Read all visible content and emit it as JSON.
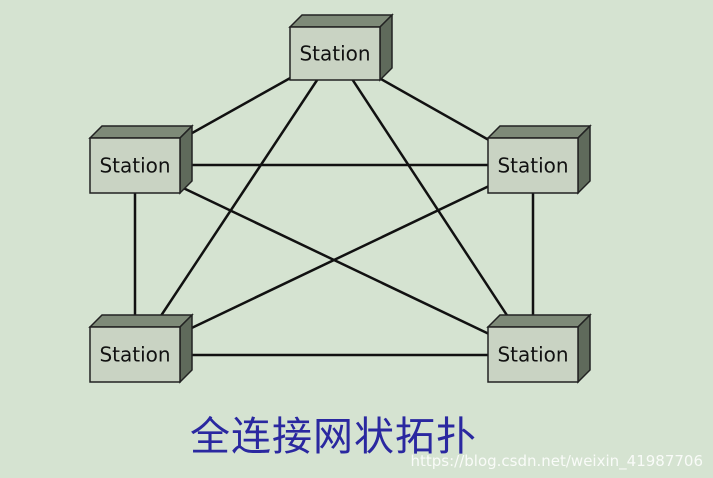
{
  "diagram": {
    "title": "全连接网状拓扑",
    "nodes": [
      {
        "id": "top",
        "label": "Station"
      },
      {
        "id": "upper-left",
        "label": "Station"
      },
      {
        "id": "upper-right",
        "label": "Station"
      },
      {
        "id": "lower-left",
        "label": "Station"
      },
      {
        "id": "lower-right",
        "label": "Station"
      }
    ],
    "edges": [
      [
        "top",
        "upper-left"
      ],
      [
        "top",
        "upper-right"
      ],
      [
        "top",
        "lower-left"
      ],
      [
        "top",
        "lower-right"
      ],
      [
        "upper-left",
        "upper-right"
      ],
      [
        "upper-left",
        "lower-left"
      ],
      [
        "upper-left",
        "lower-right"
      ],
      [
        "upper-right",
        "lower-left"
      ],
      [
        "upper-right",
        "lower-right"
      ],
      [
        "lower-left",
        "lower-right"
      ]
    ],
    "colors": {
      "background": "#d5e3d1",
      "box_front": "#c9d3c3",
      "box_top": "#7e8a78",
      "box_side": "#5f6a5b",
      "edge": "#111111",
      "caption": "#2a28a0"
    }
  },
  "watermark": "https://blog.csdn.net/weixin_41987706"
}
